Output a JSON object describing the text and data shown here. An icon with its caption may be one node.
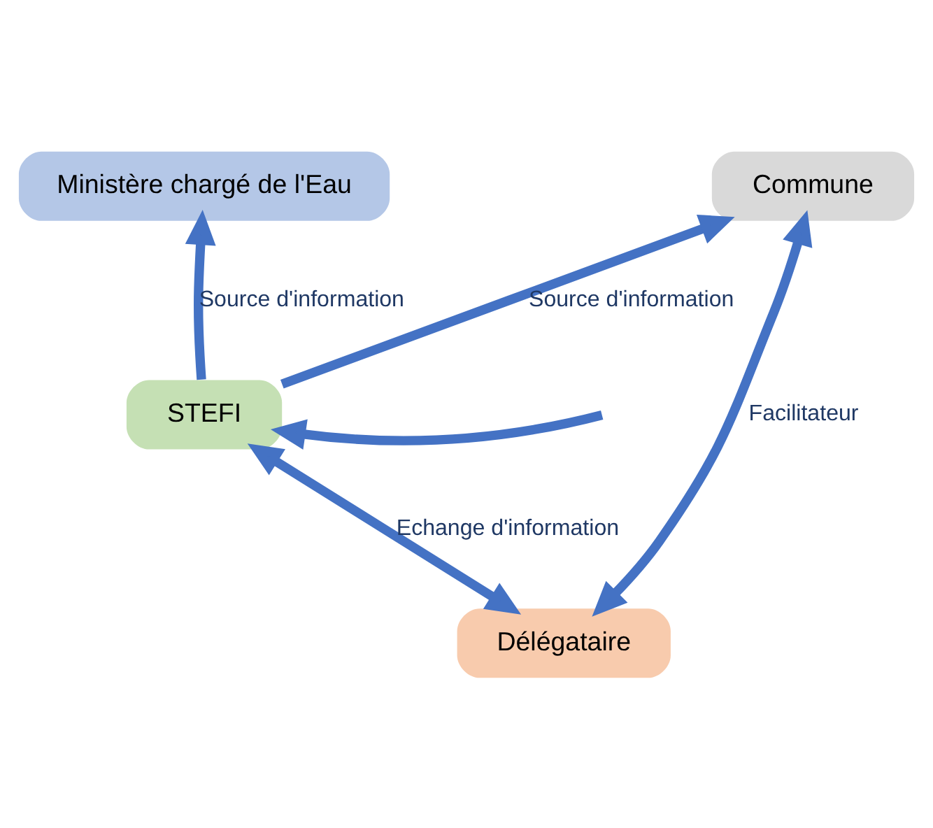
{
  "diagram": {
    "nodes": [
      {
        "text": [
          "Ministère chargé de l'Eau"
        ]
      },
      {
        "text": [
          "Commune"
        ]
      },
      {
        "text": [
          "STEFI"
        ]
      },
      {
        "text": [
          "Délégataire"
        ]
      }
    ],
    "edges": [
      {
        "from": 2,
        "to": 0,
        "arrow": "to",
        "label": "Source d'information"
      },
      {
        "from": 2,
        "to": 1,
        "arrow": "to",
        "label": "Source d'information"
      },
      {
        "from": 2,
        "to": 3,
        "arrow": "both",
        "label": "Echange d'information"
      },
      {
        "from": 1,
        "to": 3,
        "arrow": "both",
        "label": "Facilitateur"
      },
      {
        "from": null,
        "to": 2,
        "arrow": "to"
      }
    ]
  }
}
